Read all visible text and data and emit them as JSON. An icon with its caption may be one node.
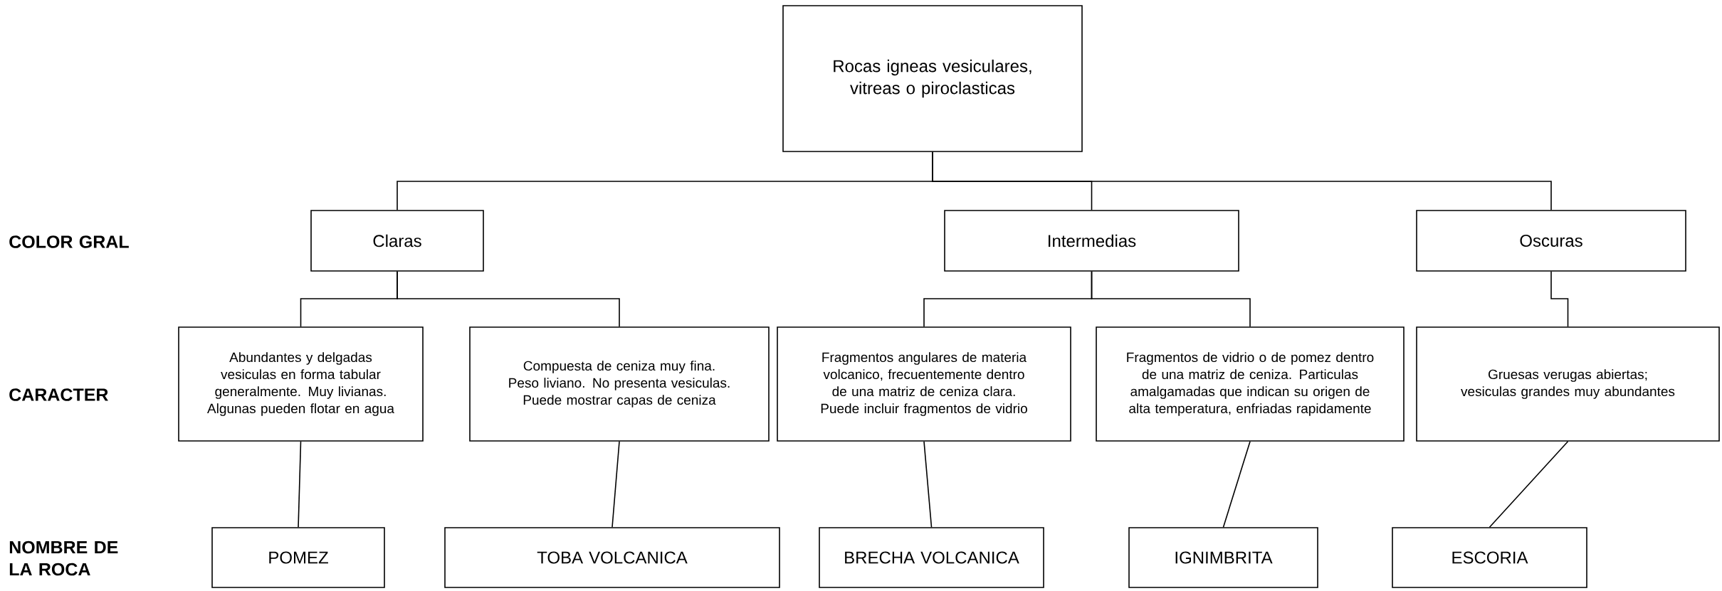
{
  "diagram": {
    "nodes": [
      {
        "text": [
          "Rocas igneas vesiculares, vitreas o piroclasticas"
        ]
      },
      {
        "text": [
          "Claras"
        ]
      },
      {
        "text": [
          "Intermedias"
        ]
      },
      {
        "text": [
          "Oscuras"
        ]
      },
      {
        "text": [
          "Abundantes y delgadas vesiculas en forma tabular generalmente. Muy livianas. Algunas pueden flotar en agua"
        ]
      },
      {
        "text": [
          "Compuesta de ceniza muy fina. Peso liviano. No presenta vesiculas. Puede mostrar capas de ceniza"
        ]
      },
      {
        "text": [
          "Fragmentos angulares de materia volcanico, frecuentemente dentro de una matriz de ceniza clara. Puede incluir fragmentos de vidrio"
        ]
      },
      {
        "text": [
          "Fragmentos de vidrio o de pomez dentro de una matriz de ceniza. Particulas amalgamadas que indican su origen de alta temperatura, enfriadas rapidamente"
        ]
      },
      {
        "text": [
          "Gruesas verugas abiertas; vesiculas grandes muy abundantes"
        ]
      },
      {
        "text": [
          "POMEZ"
        ]
      },
      {
        "text": [
          "TOBA VOLCANICA"
        ]
      },
      {
        "text": [
          "BRECHA VOLCANICA"
        ]
      },
      {
        "text": [
          "IGNIMBRITA"
        ]
      },
      {
        "text": [
          "ESCORIA"
        ]
      }
    ],
    "edges": [
      {
        "from": 0,
        "to": 1,
        "arrow": "none"
      },
      {
        "from": 0,
        "to": 2,
        "arrow": "none"
      },
      {
        "from": 0,
        "to": 3,
        "arrow": "none"
      },
      {
        "from": 1,
        "to": 4,
        "arrow": "none"
      },
      {
        "from": 1,
        "to": 5,
        "arrow": "none"
      },
      {
        "from": 2,
        "to": 6,
        "arrow": "none"
      },
      {
        "from": 2,
        "to": 7,
        "arrow": "none"
      },
      {
        "from": 3,
        "to": 8,
        "arrow": "none"
      },
      {
        "from": 4,
        "to": 9,
        "arrow": "none"
      },
      {
        "from": 5,
        "to": 10,
        "arrow": "none"
      },
      {
        "from": 6,
        "to": 11,
        "arrow": "none"
      },
      {
        "from": 7,
        "to": 12,
        "arrow": "none"
      },
      {
        "from": 8,
        "to": 13,
        "arrow": "none"
      }
    ],
    "labels": [
      "COLOR GRAL",
      "CARACTER",
      "NOMBRE DE LA ROCA"
    ]
  }
}
